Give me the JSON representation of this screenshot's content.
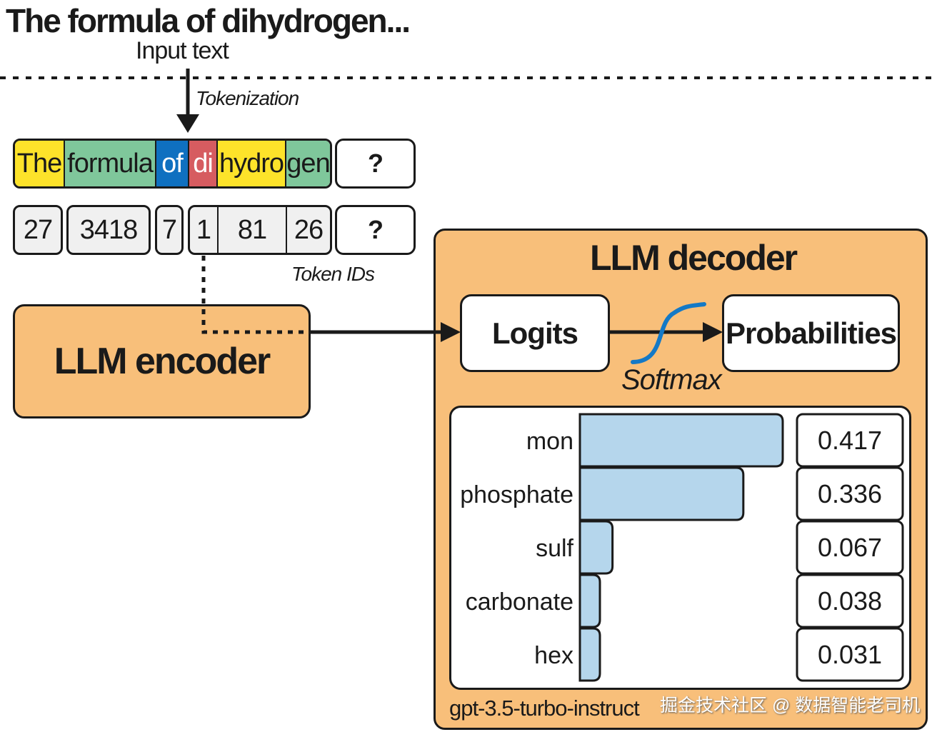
{
  "header": {
    "title": "The formula of dihydrogen...",
    "input_label": "Input text",
    "tokenization_label": "Tokenization"
  },
  "tokens": [
    {
      "text": "The",
      "color": "#fde32a"
    },
    {
      "text": "formula",
      "color": "#7fc79b"
    },
    {
      "text": "of",
      "color": "#0f70c0"
    },
    {
      "text": "di",
      "color": "#d65c60"
    },
    {
      "text": "hydro",
      "color": "#fde32a"
    },
    {
      "text": "gen",
      "color": "#7fc79b"
    }
  ],
  "token_unknown": "?",
  "token_ids": [
    "27",
    "3418",
    "7",
    "1",
    "81",
    "26"
  ],
  "token_ids_unknown": "?",
  "token_ids_label": "Token IDs",
  "encoder": {
    "label": "LLM encoder"
  },
  "decoder": {
    "title": "LLM decoder",
    "logits_label": "Logits",
    "probabilities_label": "Probabilities",
    "softmax_label": "Softmax",
    "model_name": "gpt-3.5-turbo-instruct"
  },
  "chart_data": {
    "type": "bar",
    "orientation": "horizontal",
    "categories": [
      "mon",
      "phosphate",
      "sulf",
      "carbonate",
      "hex"
    ],
    "values": [
      0.417,
      0.336,
      0.067,
      0.038,
      0.031
    ],
    "value_labels": [
      "0.417",
      "0.336",
      "0.067",
      "0.038",
      "0.031"
    ],
    "bar_color": "#b5d6ec"
  },
  "watermark": "掘金技术社区 @ 数据智能老司机",
  "colors": {
    "accent_orange": "#f8bf7a",
    "softmax_curve": "#1479c6",
    "id_fill": "#f0f0f0"
  }
}
